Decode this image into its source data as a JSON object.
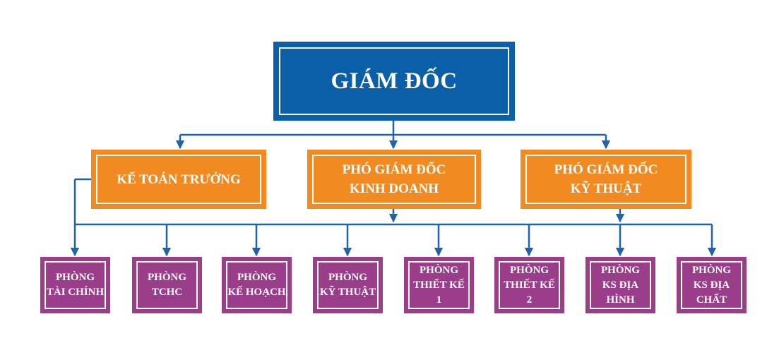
{
  "top": {
    "lines": [
      "GIÁM ĐỐC"
    ]
  },
  "level2": [
    {
      "lines": [
        "KẾ TOÁN TRƯỞNG"
      ]
    },
    {
      "lines": [
        "PHÓ GIÁM ĐỐC",
        "KINH DOANH"
      ]
    },
    {
      "lines": [
        "PHÓ GIÁM ĐỐC",
        "KỸ THUẬT"
      ]
    }
  ],
  "departments": [
    {
      "lines": [
        "PHÒNG",
        "TÀI CHÍNH"
      ]
    },
    {
      "lines": [
        "PHÒNG",
        "TCHC"
      ]
    },
    {
      "lines": [
        "PHÒNG",
        "KẾ HOẠCH"
      ]
    },
    {
      "lines": [
        "PHÒNG",
        "KỸ THUẬT"
      ]
    },
    {
      "lines": [
        "PHÒNG",
        "THIẾT KẾ 1"
      ]
    },
    {
      "lines": [
        "PHÒNG",
        "THIẾT KẾ 2"
      ]
    },
    {
      "lines": [
        "PHÒNG",
        "KS ĐỊA HÌNH"
      ]
    },
    {
      "lines": [
        "PHÒNG",
        "KS ĐỊA CHẤT"
      ]
    }
  ],
  "colors": {
    "director": "#0b5ea8",
    "deputy": "#f08a21",
    "department": "#9a3d8a",
    "connector": "#1f63ad"
  }
}
